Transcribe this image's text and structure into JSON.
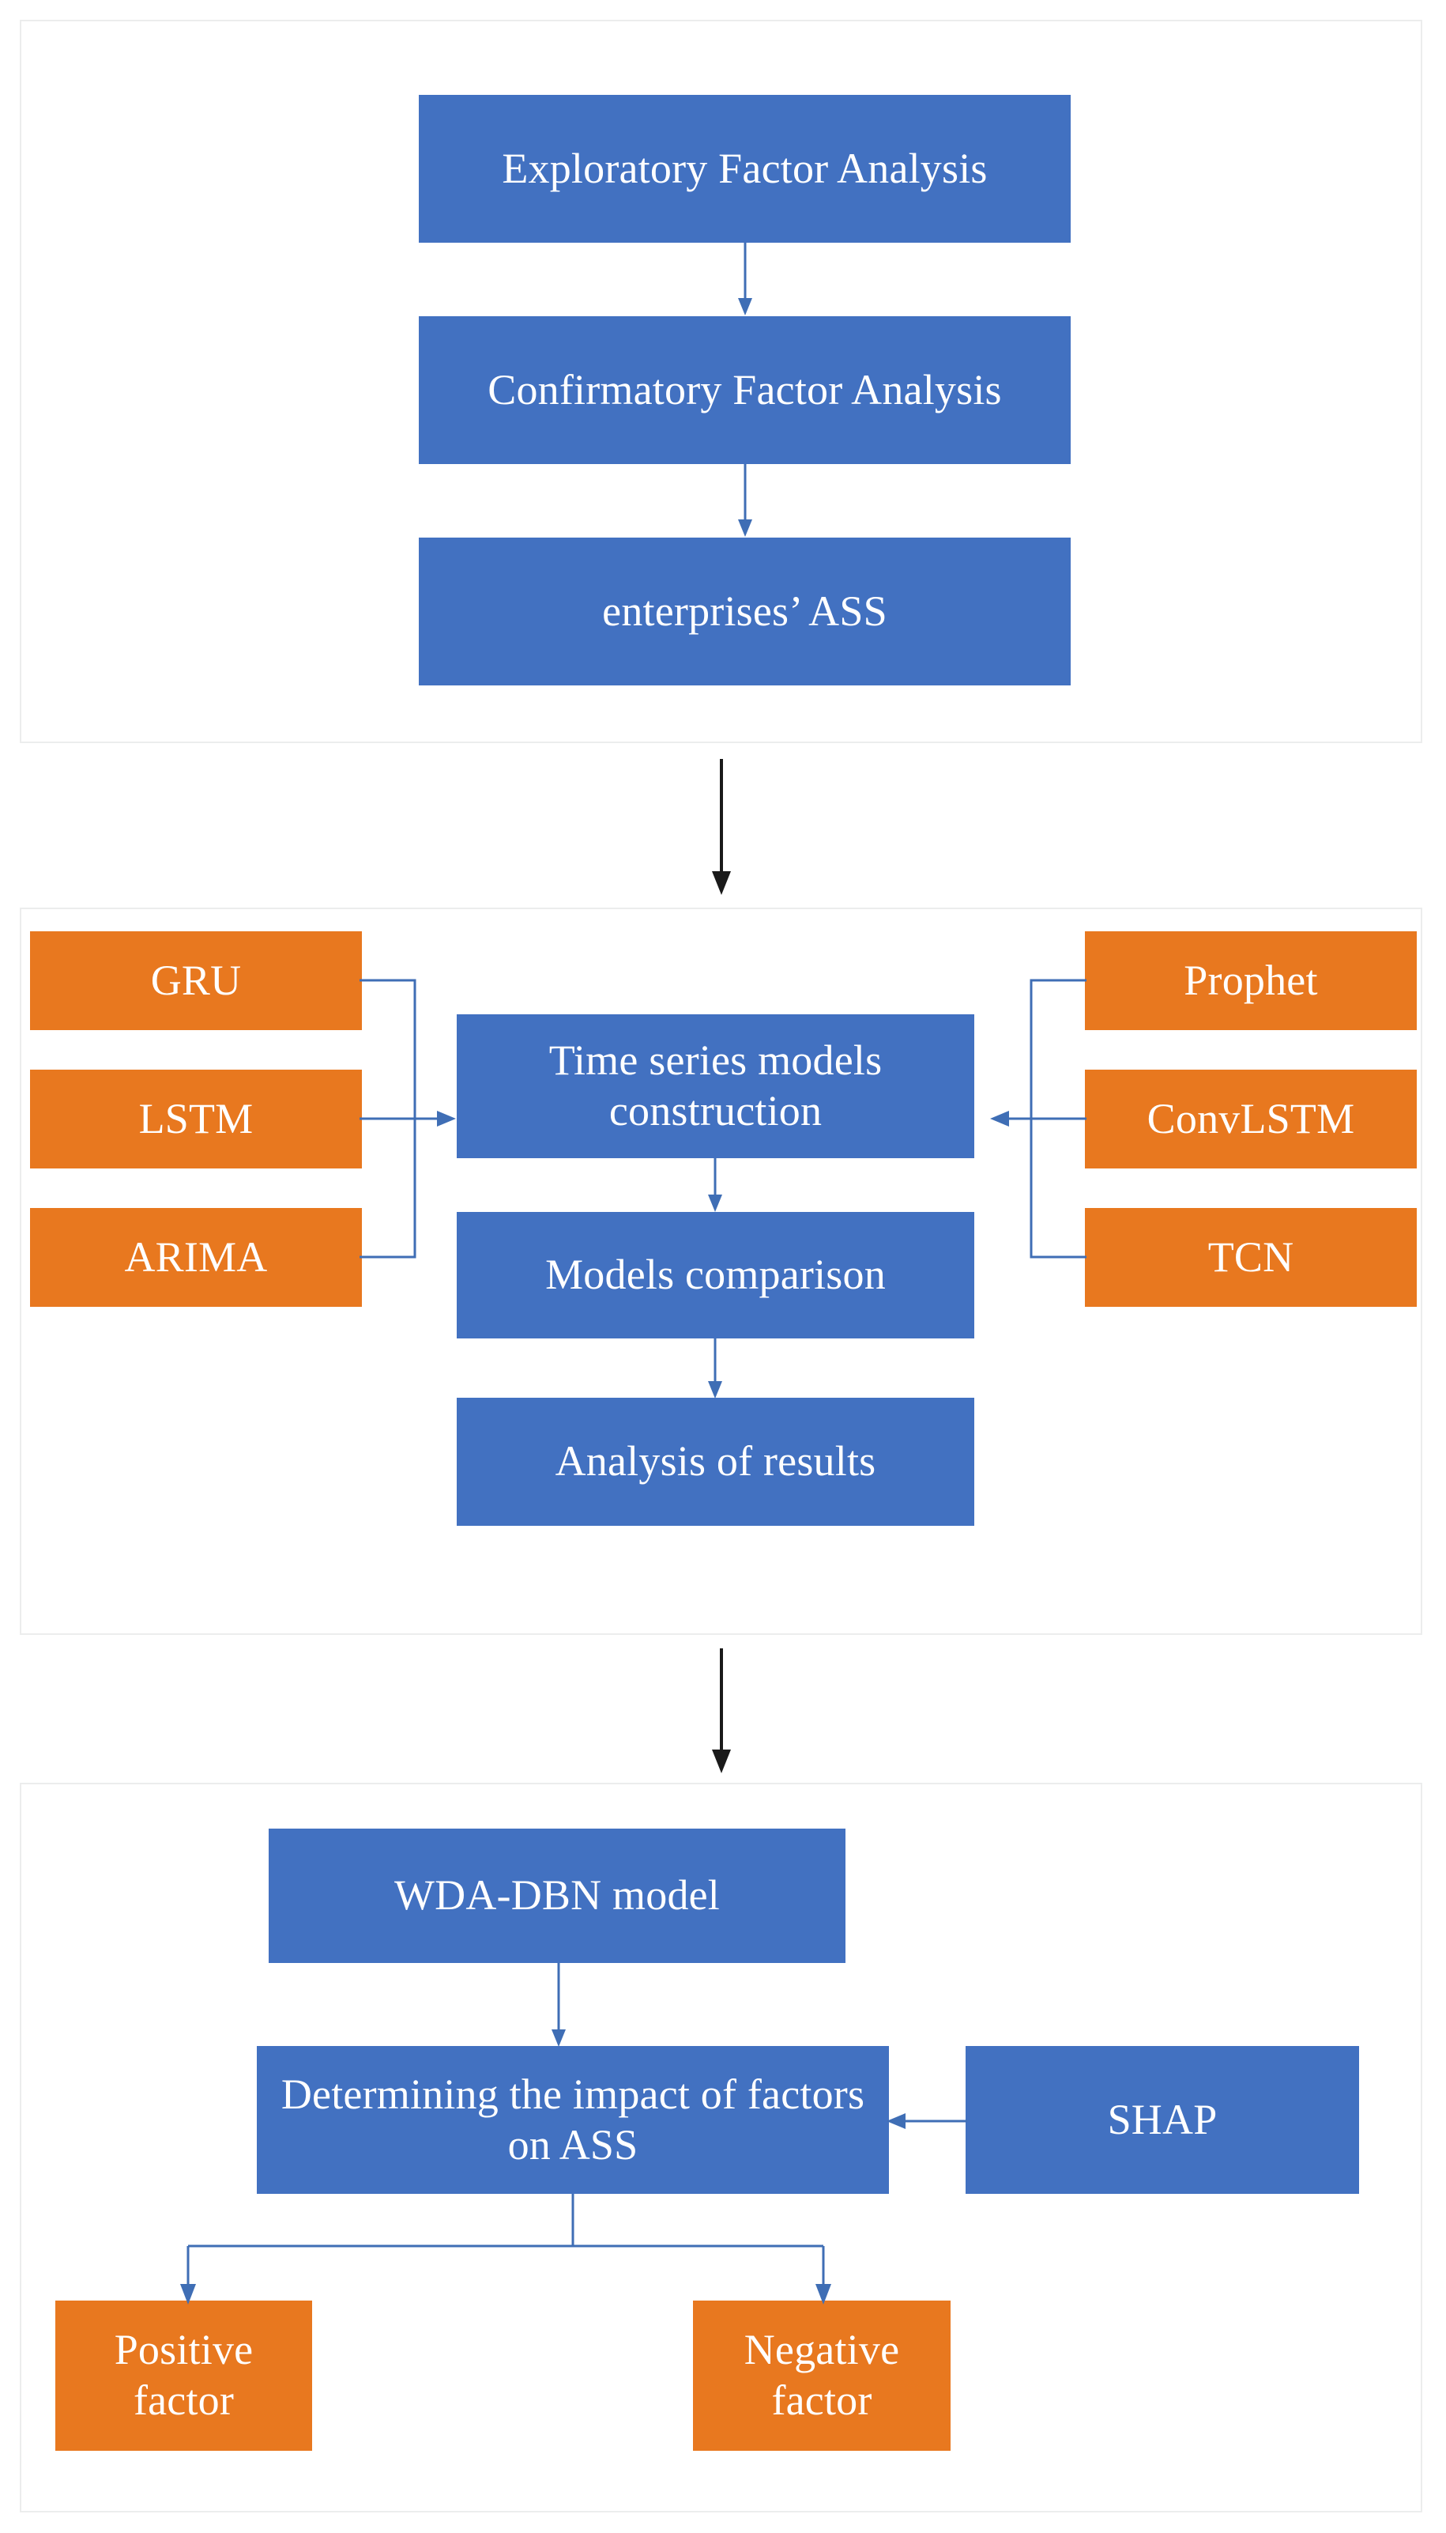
{
  "diagram": {
    "title": "Research framework flowchart",
    "colors": {
      "node_blue": "#4271c1",
      "node_orange": "#e8781f",
      "panel_border": "#eceded",
      "connector_blue": "#3f6eb5",
      "connector_dark": "#1a1a1a",
      "text": "#ffffff"
    },
    "panels": [
      {
        "id": "panel-1",
        "nodes": [
          {
            "id": "efa",
            "label": "Exploratory Factor Analysis",
            "color": "blue"
          },
          {
            "id": "cfa",
            "label": "Confirmatory Factor Analysis",
            "color": "blue"
          },
          {
            "id": "ass",
            "label": "enterprises’ ASS",
            "color": "blue"
          }
        ]
      },
      {
        "id": "panel-2",
        "nodes": [
          {
            "id": "gru",
            "label": "GRU",
            "color": "orange"
          },
          {
            "id": "lstm",
            "label": "LSTM",
            "color": "orange"
          },
          {
            "id": "arima",
            "label": "ARIMA",
            "color": "orange"
          },
          {
            "id": "prophet",
            "label": "Prophet",
            "color": "orange"
          },
          {
            "id": "convlstm",
            "label": "ConvLSTM",
            "color": "orange"
          },
          {
            "id": "tcn",
            "label": "TCN",
            "color": "orange"
          },
          {
            "id": "tsmc",
            "label": "Time series models construction",
            "color": "blue"
          },
          {
            "id": "mcmp",
            "label": "Models comparison",
            "color": "blue"
          },
          {
            "id": "anres",
            "label": "Analysis of results",
            "color": "blue"
          }
        ]
      },
      {
        "id": "panel-3",
        "nodes": [
          {
            "id": "wda",
            "label": "WDA-DBN model",
            "color": "blue"
          },
          {
            "id": "det",
            "label": "Determining the impact of factors on ASS",
            "color": "blue"
          },
          {
            "id": "shap",
            "label": "SHAP",
            "color": "blue"
          },
          {
            "id": "pos",
            "label": "Positive factor",
            "color": "orange"
          },
          {
            "id": "neg",
            "label": "Negative factor",
            "color": "orange"
          }
        ]
      }
    ],
    "edges": [
      {
        "from": "efa",
        "to": "cfa",
        "style": "vertical-arrow"
      },
      {
        "from": "cfa",
        "to": "ass",
        "style": "vertical-arrow"
      },
      {
        "from": "panel-1",
        "to": "panel-2",
        "style": "vertical-arrow-dark"
      },
      {
        "from": "gru",
        "to": "tsmc",
        "style": "elbow-right"
      },
      {
        "from": "lstm",
        "to": "tsmc",
        "style": "horizontal-arrow"
      },
      {
        "from": "arima",
        "to": "tsmc",
        "style": "elbow-right"
      },
      {
        "from": "prophet",
        "to": "tsmc",
        "style": "elbow-left"
      },
      {
        "from": "convlstm",
        "to": "tsmc",
        "style": "horizontal-arrow"
      },
      {
        "from": "tcn",
        "to": "tsmc",
        "style": "elbow-left"
      },
      {
        "from": "tsmc",
        "to": "mcmp",
        "style": "vertical-arrow"
      },
      {
        "from": "mcmp",
        "to": "anres",
        "style": "vertical-arrow"
      },
      {
        "from": "panel-2",
        "to": "panel-3",
        "style": "vertical-arrow-dark"
      },
      {
        "from": "wda",
        "to": "det",
        "style": "vertical-arrow"
      },
      {
        "from": "shap",
        "to": "det",
        "style": "horizontal-arrow-left"
      },
      {
        "from": "det",
        "to": "pos",
        "style": "fork-left"
      },
      {
        "from": "det",
        "to": "neg",
        "style": "fork-right"
      }
    ]
  }
}
